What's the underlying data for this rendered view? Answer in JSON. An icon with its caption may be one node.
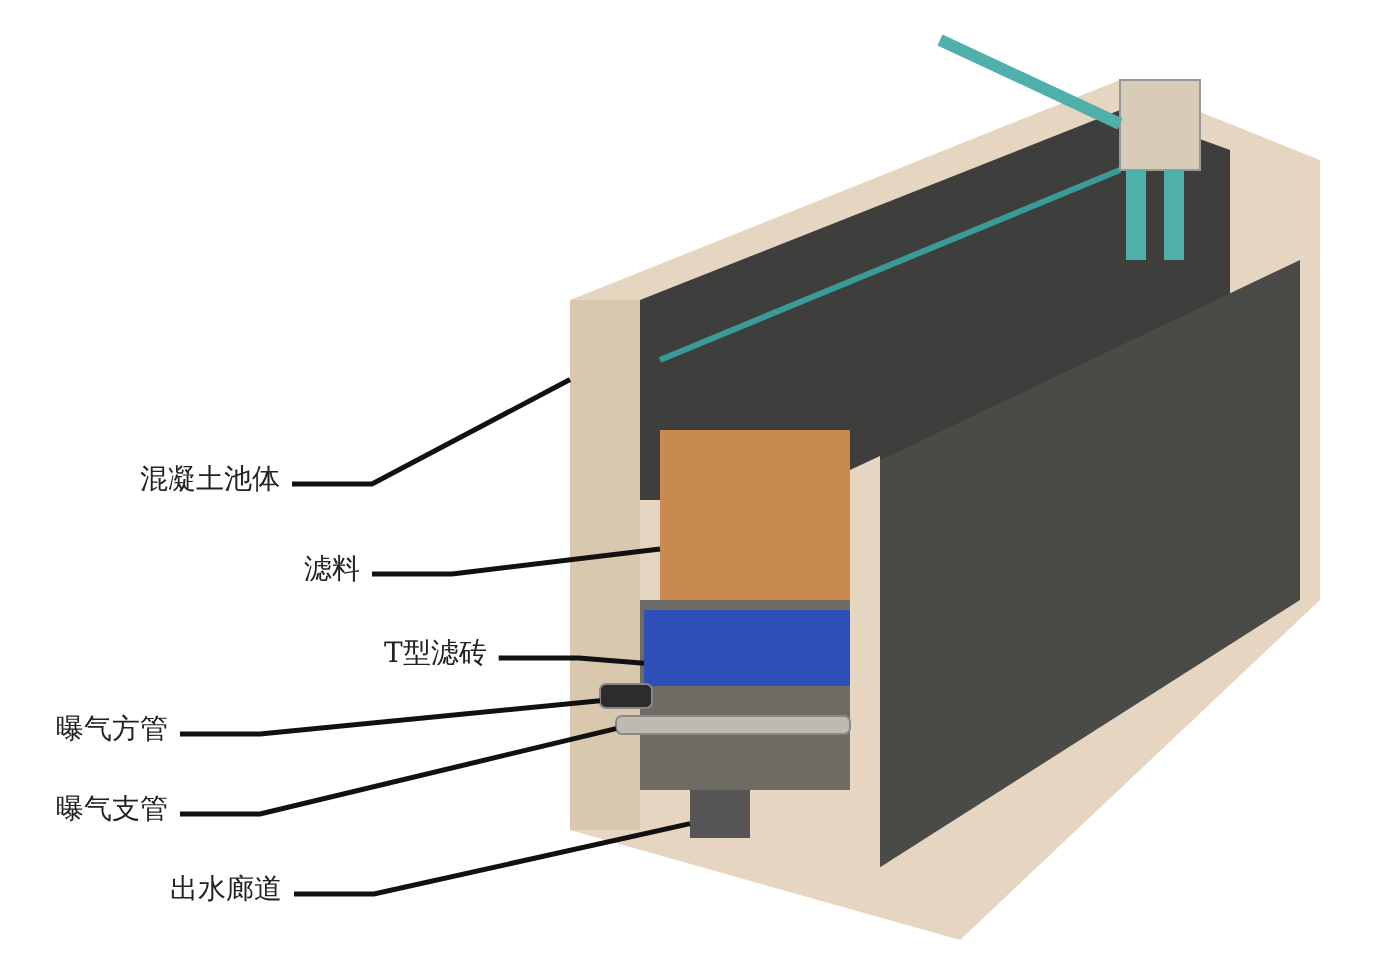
{
  "diagram": {
    "nodes": [
      {
        "text": [
          "混凝土池体"
        ]
      },
      {
        "text": [
          "滤料"
        ]
      },
      {
        "text": [
          "T型滤砖"
        ]
      },
      {
        "text": [
          "曝气方管"
        ]
      },
      {
        "text": [
          "曝气支管"
        ]
      },
      {
        "text": [
          "出水廊道"
        ]
      },
      {
        "text": [],
        "shape": "box"
      },
      {
        "text": [],
        "shape": "box"
      },
      {
        "text": [],
        "shape": "box"
      },
      {
        "text": [],
        "shape": "bar"
      },
      {
        "text": [],
        "shape": "bar"
      },
      {
        "text": [],
        "shape": "box"
      }
    ],
    "edges": [
      {
        "from": 0,
        "to": 6,
        "arrow": "none"
      },
      {
        "from": 1,
        "to": 7,
        "arrow": "none"
      },
      {
        "from": 2,
        "to": 8,
        "arrow": "none"
      },
      {
        "from": 3,
        "to": 9,
        "arrow": "none"
      },
      {
        "from": 4,
        "to": 10,
        "arrow": "none"
      },
      {
        "from": 5,
        "to": 11,
        "arrow": "none"
      }
    ]
  }
}
